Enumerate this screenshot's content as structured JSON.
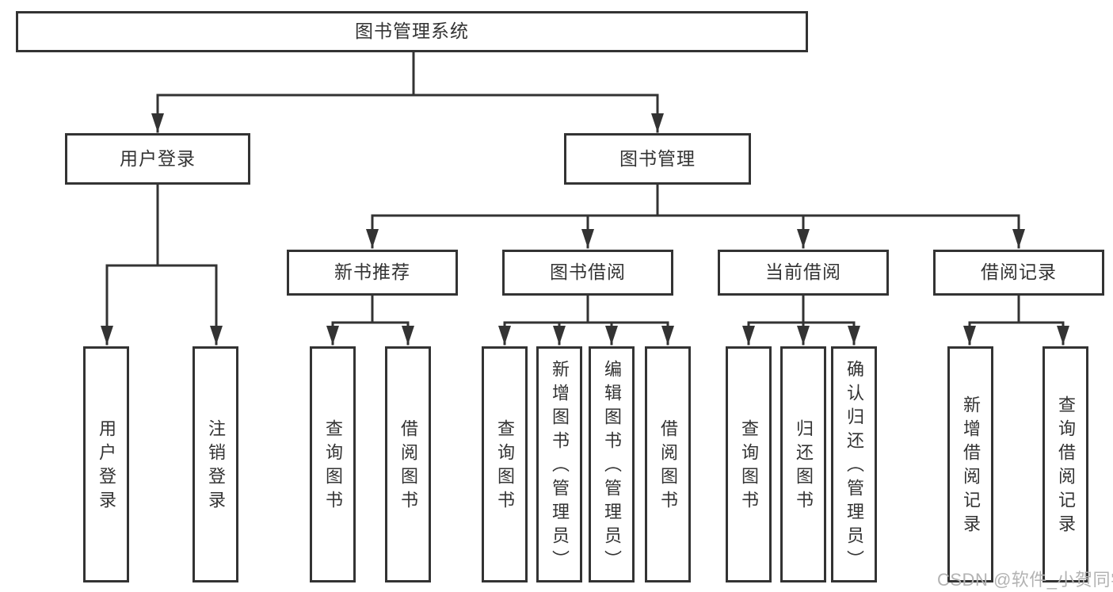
{
  "diagram": {
    "root": {
      "label": "图书管理系统"
    },
    "children": [
      {
        "label": "用户登录",
        "children": [
          {
            "label": "用户登录"
          },
          {
            "label": "注销登录"
          }
        ]
      },
      {
        "label": "图书管理",
        "children": [
          {
            "label": "新书推荐",
            "children": [
              {
                "label": "查询图书"
              },
              {
                "label": "借阅图书"
              }
            ]
          },
          {
            "label": "图书借阅",
            "children": [
              {
                "label": "查询图书"
              },
              {
                "label": "新增图书（管理员）"
              },
              {
                "label": "编辑图书（管理员）"
              },
              {
                "label": "借阅图书"
              }
            ]
          },
          {
            "label": "当前借阅",
            "children": [
              {
                "label": "查询图书"
              },
              {
                "label": "归还图书"
              },
              {
                "label": "确认归还（管理员）"
              }
            ]
          },
          {
            "label": "借阅记录",
            "children": [
              {
                "label": "新增借阅记录"
              },
              {
                "label": "查询借阅记录"
              }
            ]
          }
        ]
      }
    ]
  },
  "watermark": {
    "text": "CSDN @软件_小贺同学"
  },
  "colors": {
    "line": "#333333",
    "box_border": "#333333",
    "text": "#333333",
    "watermark": "#b3b3b3",
    "background": "#ffffff"
  }
}
